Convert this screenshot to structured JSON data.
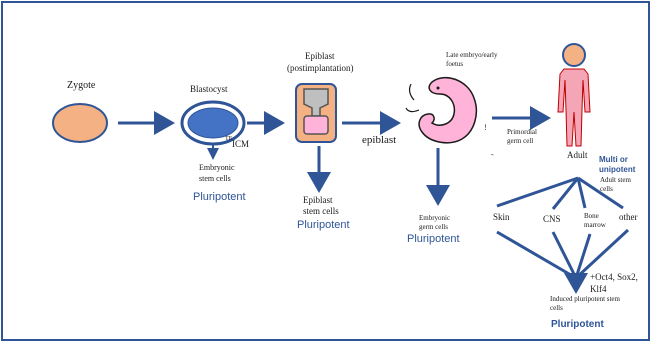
{
  "colors": {
    "arrow": "#2f5597",
    "border": "#2f5597",
    "zygote_fill": "#f4b183",
    "zygote_stroke": "#2f5597",
    "icm_fill": "#4472c4",
    "epiblast_outer": "#f4b183",
    "epiblast_grey": "#bfbfbf",
    "embryo_fill": "#ffb3d9",
    "adult_fill": "#f4a6b7",
    "adult_head": "#f4b183",
    "pluripotent_text": "#2f5597",
    "multi_text": "#2f5597"
  },
  "labels": {
    "zygote": "Zygote",
    "blastocyst": "Blastocyst",
    "icm": "ICM",
    "te_mark": "TE",
    "embryonic_stem_cells": [
      "Embryonic",
      "stem cells"
    ],
    "pluripotent_1": "Pluripotent",
    "epiblast_post": [
      "Epiblast",
      "(postimplantation)"
    ],
    "epiblast_stem_cells": [
      "Epiblast",
      "stem cells"
    ],
    "pluripotent_2": "Pluripotent",
    "epiblast": "epiblast",
    "late_embryo": [
      "Late embryo/early",
      "foetus"
    ],
    "embryonic_germ_cells": [
      "Embryonic",
      "germ cells"
    ],
    "pluripotent_3": "Pluripotent",
    "primordial_germ_cell": [
      "Primordial",
      "germ cell"
    ],
    "tick_mark": "!",
    "dash_mark": "-",
    "adult": "Adult",
    "multi_or_unipotent": [
      "Multi or",
      "unipotent"
    ],
    "adult_stem_cells": [
      "Adult stem",
      "cells"
    ],
    "skin": "Skin",
    "cns": "CNS",
    "bone_marrow": [
      "Bone",
      "marrow"
    ],
    "other": "other",
    "factors": [
      "+Oct4, Sox2,",
      "Klf4"
    ],
    "induced_psc": [
      "Induced pluripotent stem",
      "cells"
    ],
    "pluripotent_4": "Pluripotent"
  }
}
